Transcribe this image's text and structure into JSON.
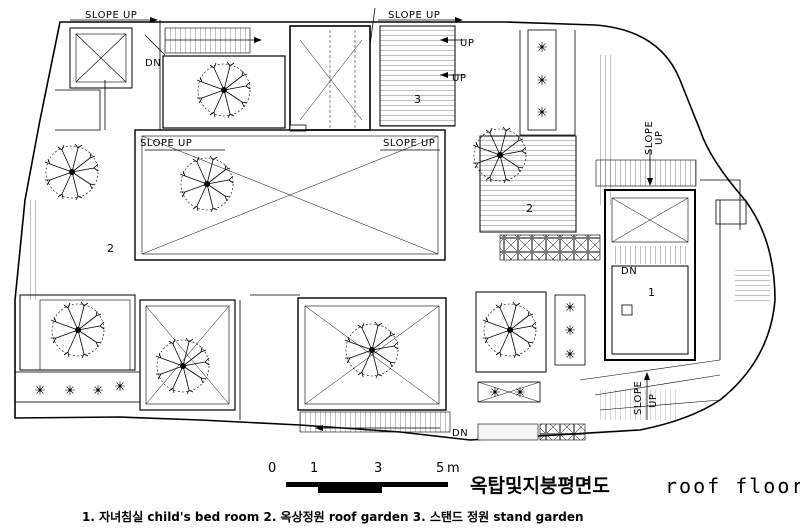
{
  "labels": {
    "slope_up": "SLOPE UP",
    "slope": "SLOPE",
    "up": "UP",
    "dn": "DN"
  },
  "rooms": {
    "room_1": "1",
    "room_2": "2",
    "room_3": "3"
  },
  "scale_bar": {
    "ticks": [
      "0",
      "1",
      "3",
      "5"
    ],
    "unit": "m"
  },
  "title": {
    "korean": "옥탑및지붕평면도",
    "english": "roof floor"
  },
  "legend": {
    "text": "1. 자녀침실 child's bed room  2. 옥상정원 roof garden  3. 스탠드 정원 stand garden"
  }
}
